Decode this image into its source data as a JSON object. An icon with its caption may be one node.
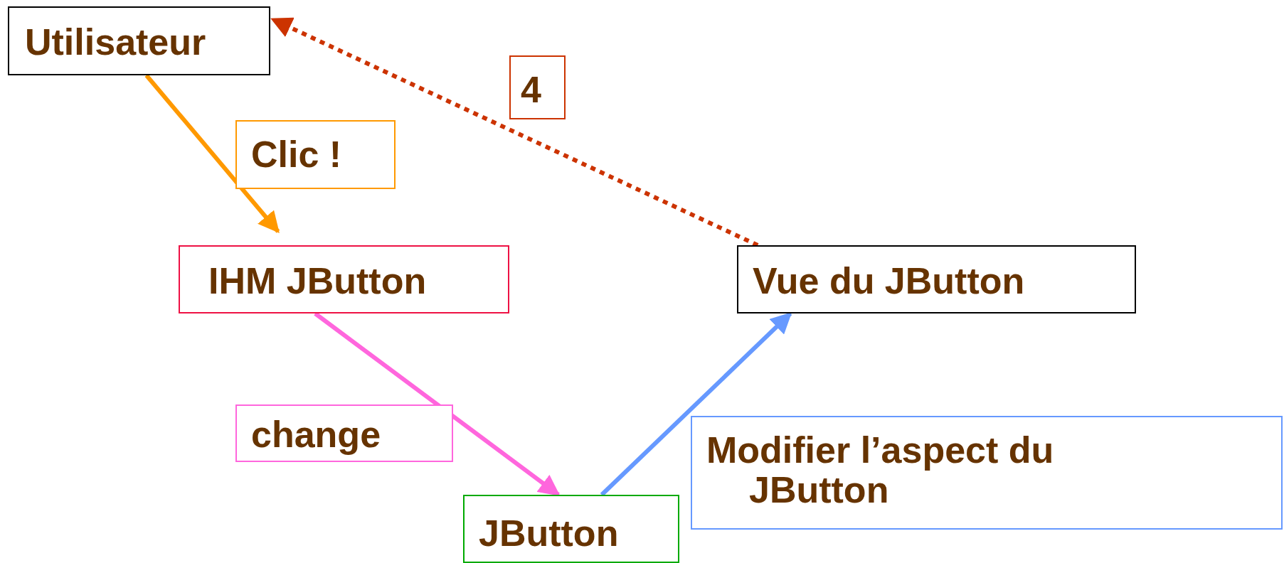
{
  "diagram": {
    "nodes": [
      {
        "text": [
          "Utilisateur"
        ]
      },
      {
        "text": [
          "IHM JButton"
        ]
      },
      {
        "text": [
          "Vue du JButton"
        ]
      },
      {
        "text": [
          "JButton"
        ]
      }
    ],
    "edges": [
      {
        "from": 0,
        "to": 1,
        "arrow": "to",
        "label": "Clic !",
        "color": "#ff9900"
      },
      {
        "from": 1,
        "to": 3,
        "arrow": "to",
        "label": "change",
        "color": "#ff66dd"
      },
      {
        "from": 3,
        "to": 2,
        "arrow": "to",
        "label": "Modifier l’aspect du JButton",
        "color": "#6699ff"
      },
      {
        "from": 2,
        "to": 0,
        "arrow": "to",
        "label": "4",
        "style": "dashed",
        "color": "#cc3300"
      }
    ]
  }
}
